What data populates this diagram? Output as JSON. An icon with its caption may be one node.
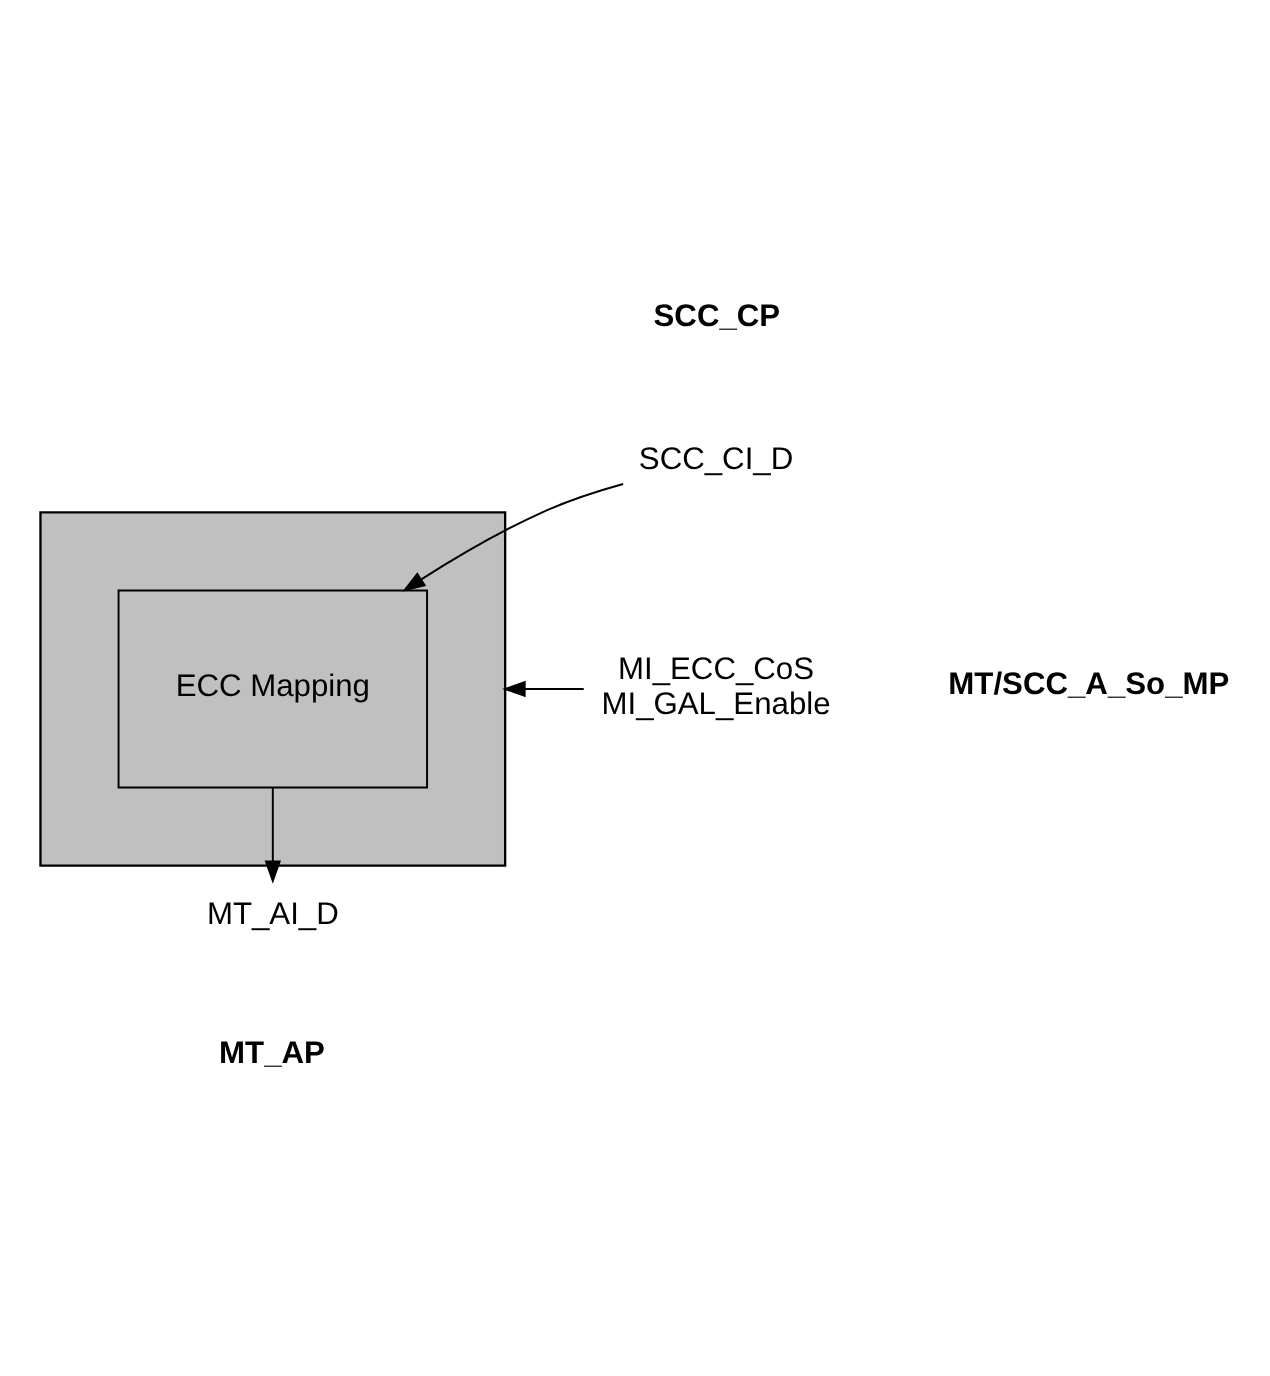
{
  "diagram": {
    "nodes": [
      {
        "text": [],
        "shape": "box"
      },
      {
        "text": [
          "ECC Mapping"
        ],
        "in": 0
      },
      {
        "text": [
          "SCC_CI_D"
        ]
      },
      {
        "text": [
          "MT_AI_D"
        ]
      },
      {
        "text": [
          "MI_ECC_CoS",
          "MI_GAL_Enable"
        ]
      }
    ],
    "edges": [
      {
        "from": 2,
        "to": 1,
        "arrow": "to"
      },
      {
        "from": 1,
        "to": 3,
        "arrow": "to"
      },
      {
        "from": 4,
        "to": 0,
        "arrow": "to"
      }
    ],
    "labels": [
      "SCC_CP",
      "MT_AP",
      "MT/SCC_A_So_MP"
    ]
  }
}
